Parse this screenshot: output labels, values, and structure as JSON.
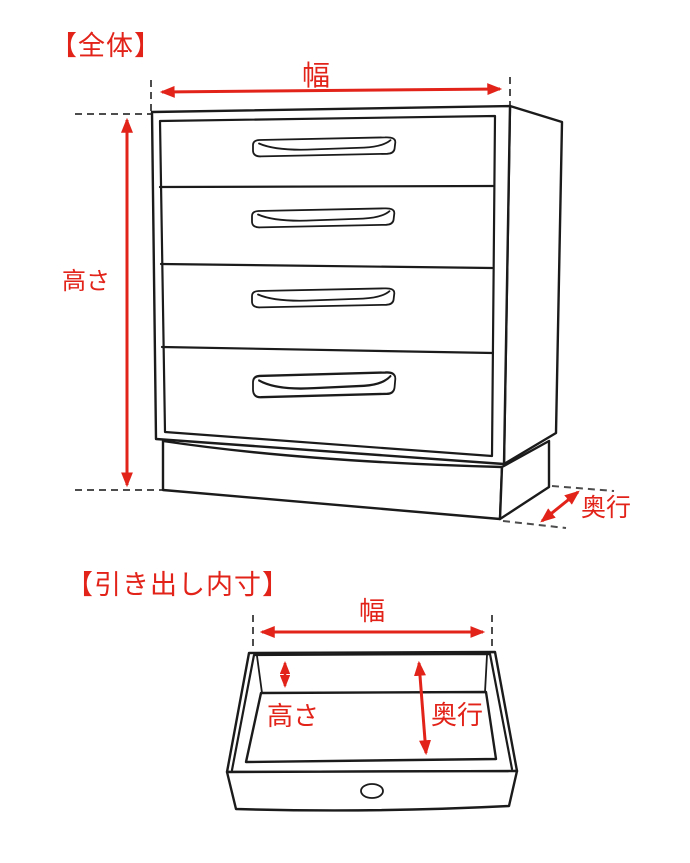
{
  "colors": {
    "annotation_red": "#e2231a",
    "line_black": "#1b1b1b",
    "dashed_gray": "#4d4d4d",
    "background": "#ffffff"
  },
  "overall_section": {
    "heading": "【全体】",
    "width_label": "幅",
    "height_label": "高さ",
    "depth_label": "奥行"
  },
  "drawer_section": {
    "heading": "【引き出し内寸】",
    "width_label": "幅",
    "height_label": "高さ",
    "depth_label": "奥行"
  }
}
